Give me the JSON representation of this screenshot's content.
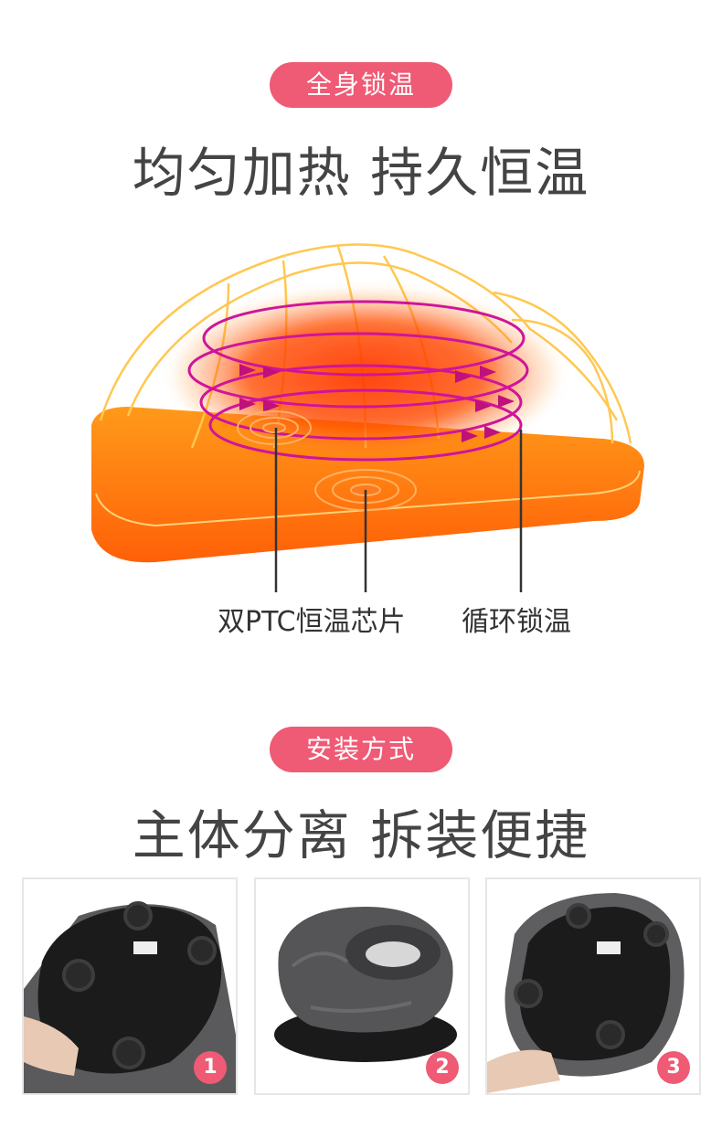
{
  "section1": {
    "badge": "全身锁温",
    "headline": "均匀加热 持久恒温",
    "callouts": {
      "ptc_chip": "双PTC恒温芯片",
      "cycle_lock": "循环锁温"
    }
  },
  "section2": {
    "badge": "安装方式",
    "headline": "主体分离 拆装便捷",
    "steps": [
      "1",
      "2",
      "3"
    ]
  },
  "colors": {
    "accent": "#ef5a74",
    "heat_orange": "#ff6a10",
    "ring_magenta": "#d0149a"
  }
}
